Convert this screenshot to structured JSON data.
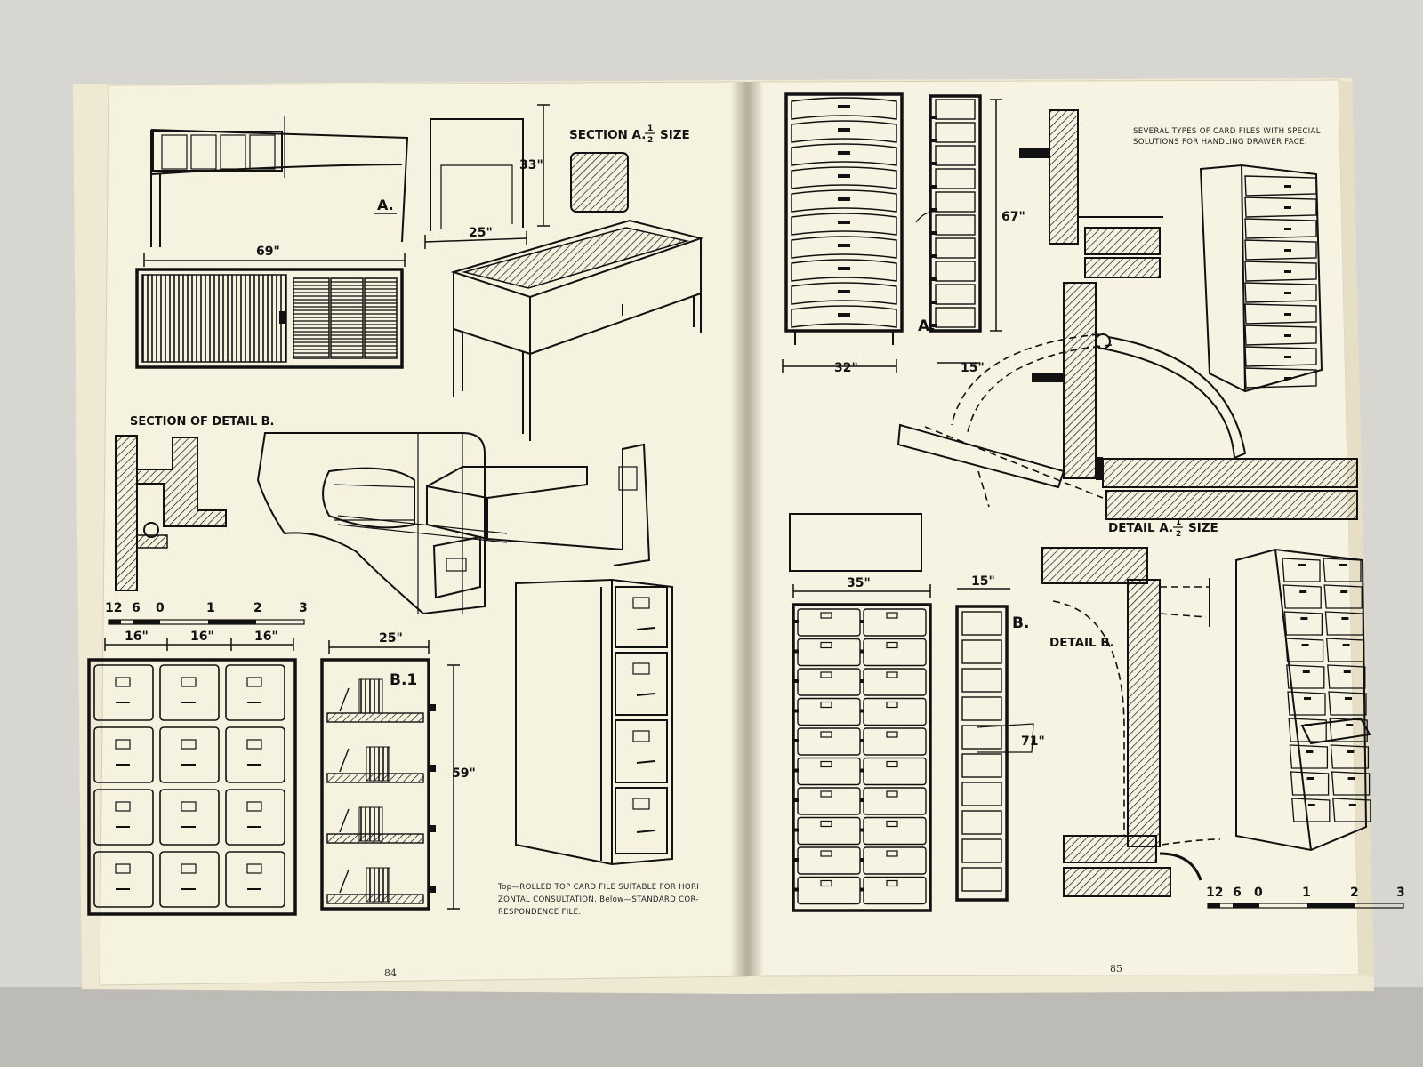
{
  "left_page": {
    "section_a_label": "SECTION A.",
    "section_a_fraction_num": "1",
    "section_a_fraction_den": "2",
    "section_a_size": "SIZE",
    "label_a": "A.",
    "dim_69": "69\"",
    "dim_25_top": "25\"",
    "dim_33": "33\"",
    "section_detail_b": "SECTION OF DETAIL B.",
    "scale_labels": [
      "12",
      "6",
      "0",
      "1",
      "2",
      "3"
    ],
    "dims_16": [
      "16\"",
      "16\"",
      "16\""
    ],
    "dim_25_b1": "25\"",
    "label_b1": "B.1",
    "dim_59": "59\"",
    "caption_line1": "Top—ROLLED TOP CARD FILE SUITABLE FOR HORI",
    "caption_line2": "ZONTAL CONSULTATION. Below—STANDARD COR-",
    "caption_line3": "RESPONDENCE FILE.",
    "page_number": "84"
  },
  "right_page": {
    "note_line1": "SEVERAL TYPES OF CARD FILES WITH SPECIAL",
    "note_line2": "SOLUTIONS FOR HANDLING DRAWER FACE.",
    "dim_67": "67\"",
    "label_a": "A.",
    "dim_32": "32\"",
    "dim_15_top": "15\"",
    "detail_a_label": "DETAIL A.",
    "detail_a_fraction_num": "1",
    "detail_a_fraction_den": "2",
    "detail_a_size": "SIZE",
    "dim_35": "35\"",
    "dim_15_bottom": "15\"",
    "label_b": "B.",
    "detail_b_label": "DETAIL B.",
    "dim_71": "71\"",
    "scale_labels": [
      "12",
      "6",
      "0",
      "1",
      "2",
      "3"
    ],
    "page_number": "85"
  }
}
